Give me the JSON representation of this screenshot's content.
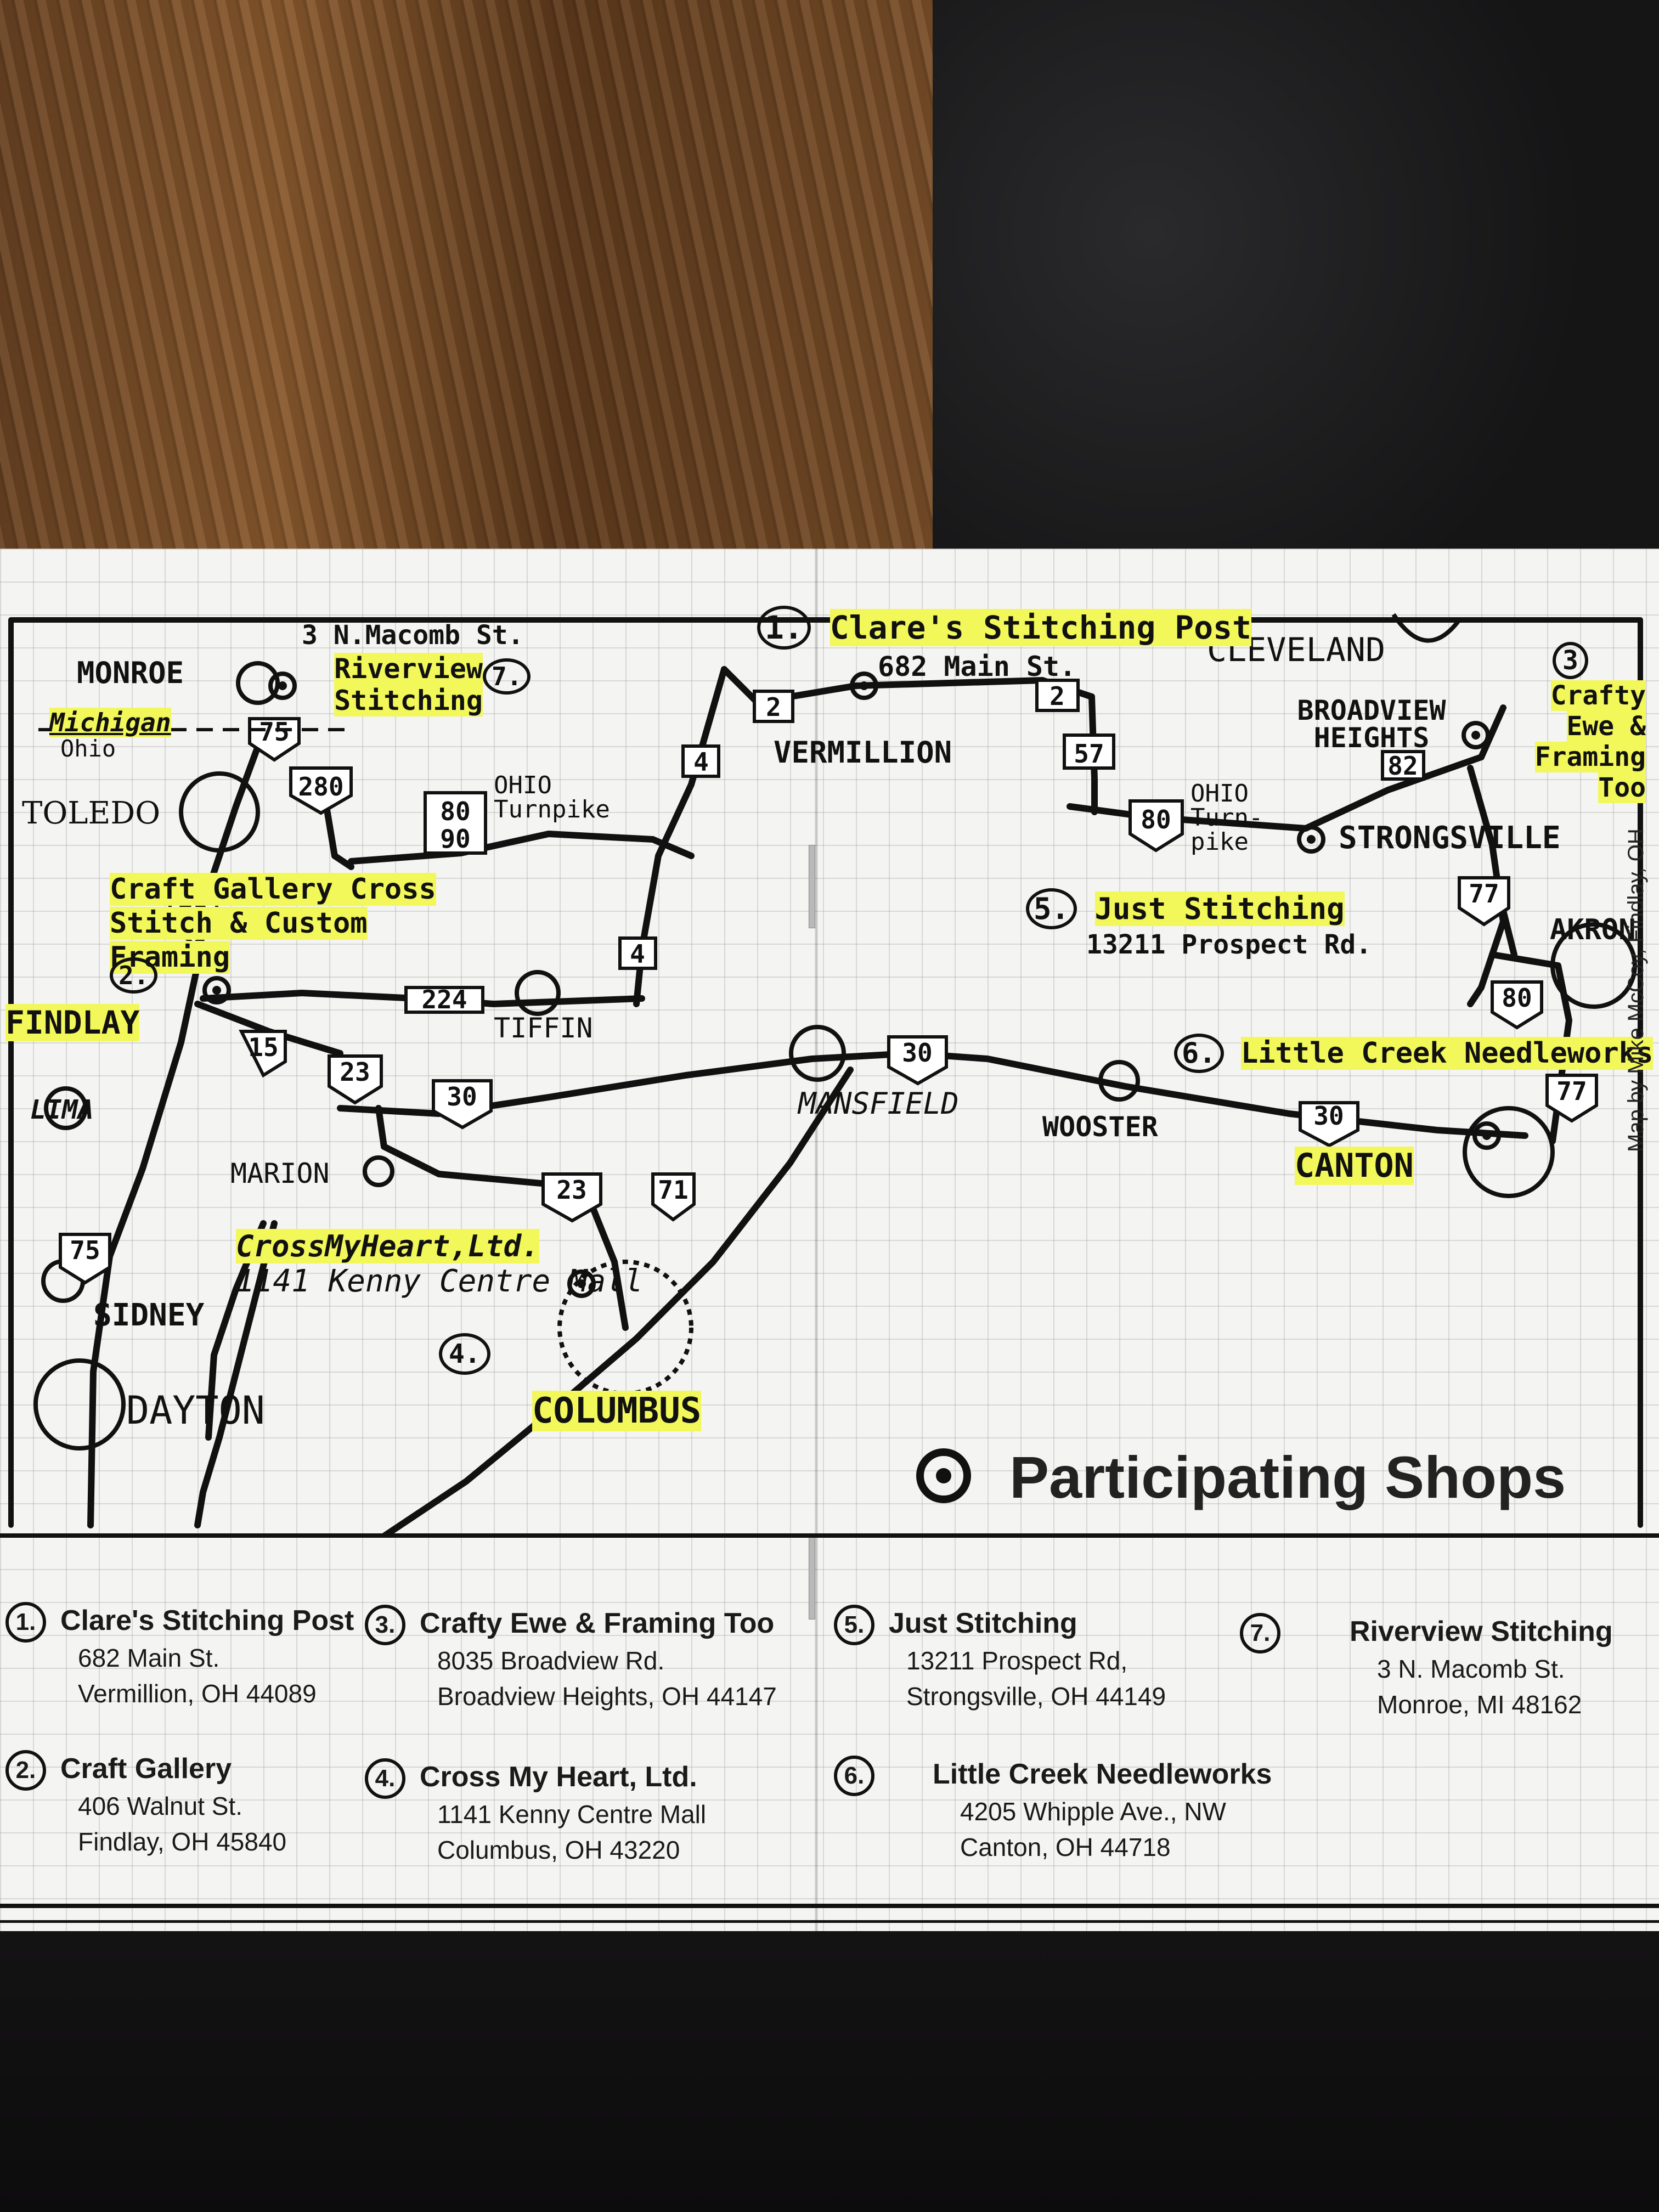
{
  "map": {
    "cities": [
      "MONROE",
      "TOLEDO",
      "FINDLAY",
      "LIMA",
      "SIDNEY",
      "DAYTON",
      "MARION",
      "TIFFIN",
      "MANSFIELD",
      "WOOSTER",
      "CANTON",
      "COLUMBUS",
      "CLEVELAND",
      "BROADVIEW HEIGHTS",
      "STRONGSVILLE",
      "AKRON",
      "VERMILLION"
    ],
    "state_line": {
      "upper": "Michigan",
      "lower": "Ohio"
    },
    "turnpike_labels": [
      "OHIO Turnpike",
      "OHIO Turn-pike"
    ],
    "routes": [
      "75",
      "280",
      "80",
      "90",
      "4",
      "2",
      "57",
      "82",
      "77",
      "224",
      "15",
      "23",
      "30",
      "71"
    ],
    "callouts": [
      {
        "num": "1.",
        "name": "Clare's Stitching Post",
        "address": "682 Main St."
      },
      {
        "num": "2.",
        "name": "Craft Gallery Cross Stitch & Custom Framing",
        "address": ""
      },
      {
        "num": "3",
        "name": "Crafty Ewe & Framing Too",
        "address": ""
      },
      {
        "num": "4.",
        "name": "CrossMyHeart,Ltd.",
        "address": "1141 Kenny Centre Mall"
      },
      {
        "num": "5.",
        "name": "Just Stitching",
        "address": "13211 Prospect Rd."
      },
      {
        "num": "6.",
        "name": "Little Creek Needleworks",
        "address": ""
      },
      {
        "num": "7.",
        "name": "Riverview Stitching",
        "address": "3 N.Macomb St."
      }
    ],
    "legend": "Participating Shops",
    "credit": "Map by Mike McCoy, Findlay, OH"
  },
  "shops": [
    {
      "num": "1.",
      "name": "Clare's Stitching Post",
      "street": "682 Main St.",
      "city": "Vermillion, OH 44089"
    },
    {
      "num": "2.",
      "name": "Craft Gallery",
      "street": "406 Walnut St.",
      "city": "Findlay, OH 45840"
    },
    {
      "num": "3.",
      "name": "Crafty Ewe & Framing Too",
      "street": "8035 Broadview Rd.",
      "city": "Broadview Heights, OH 44147"
    },
    {
      "num": "4.",
      "name": "Cross My Heart, Ltd.",
      "street": "1141 Kenny Centre Mall",
      "city": "Columbus, OH 43220"
    },
    {
      "num": "5.",
      "name": "Just Stitching",
      "street": "13211 Prospect Rd,",
      "city": "Strongsville, OH 44149"
    },
    {
      "num": "6.",
      "name": "Little Creek Needleworks",
      "street": "4205 Whipple Ave., NW",
      "city": "Canton, OH 44718"
    },
    {
      "num": "7.",
      "name": "Riverview Stitching",
      "street": "3 N. Macomb St.",
      "city": "Monroe, MI 48162"
    }
  ],
  "colors": {
    "highlight": "#f2f75a",
    "ink": "#111111",
    "paper": "#f4f4f2"
  }
}
